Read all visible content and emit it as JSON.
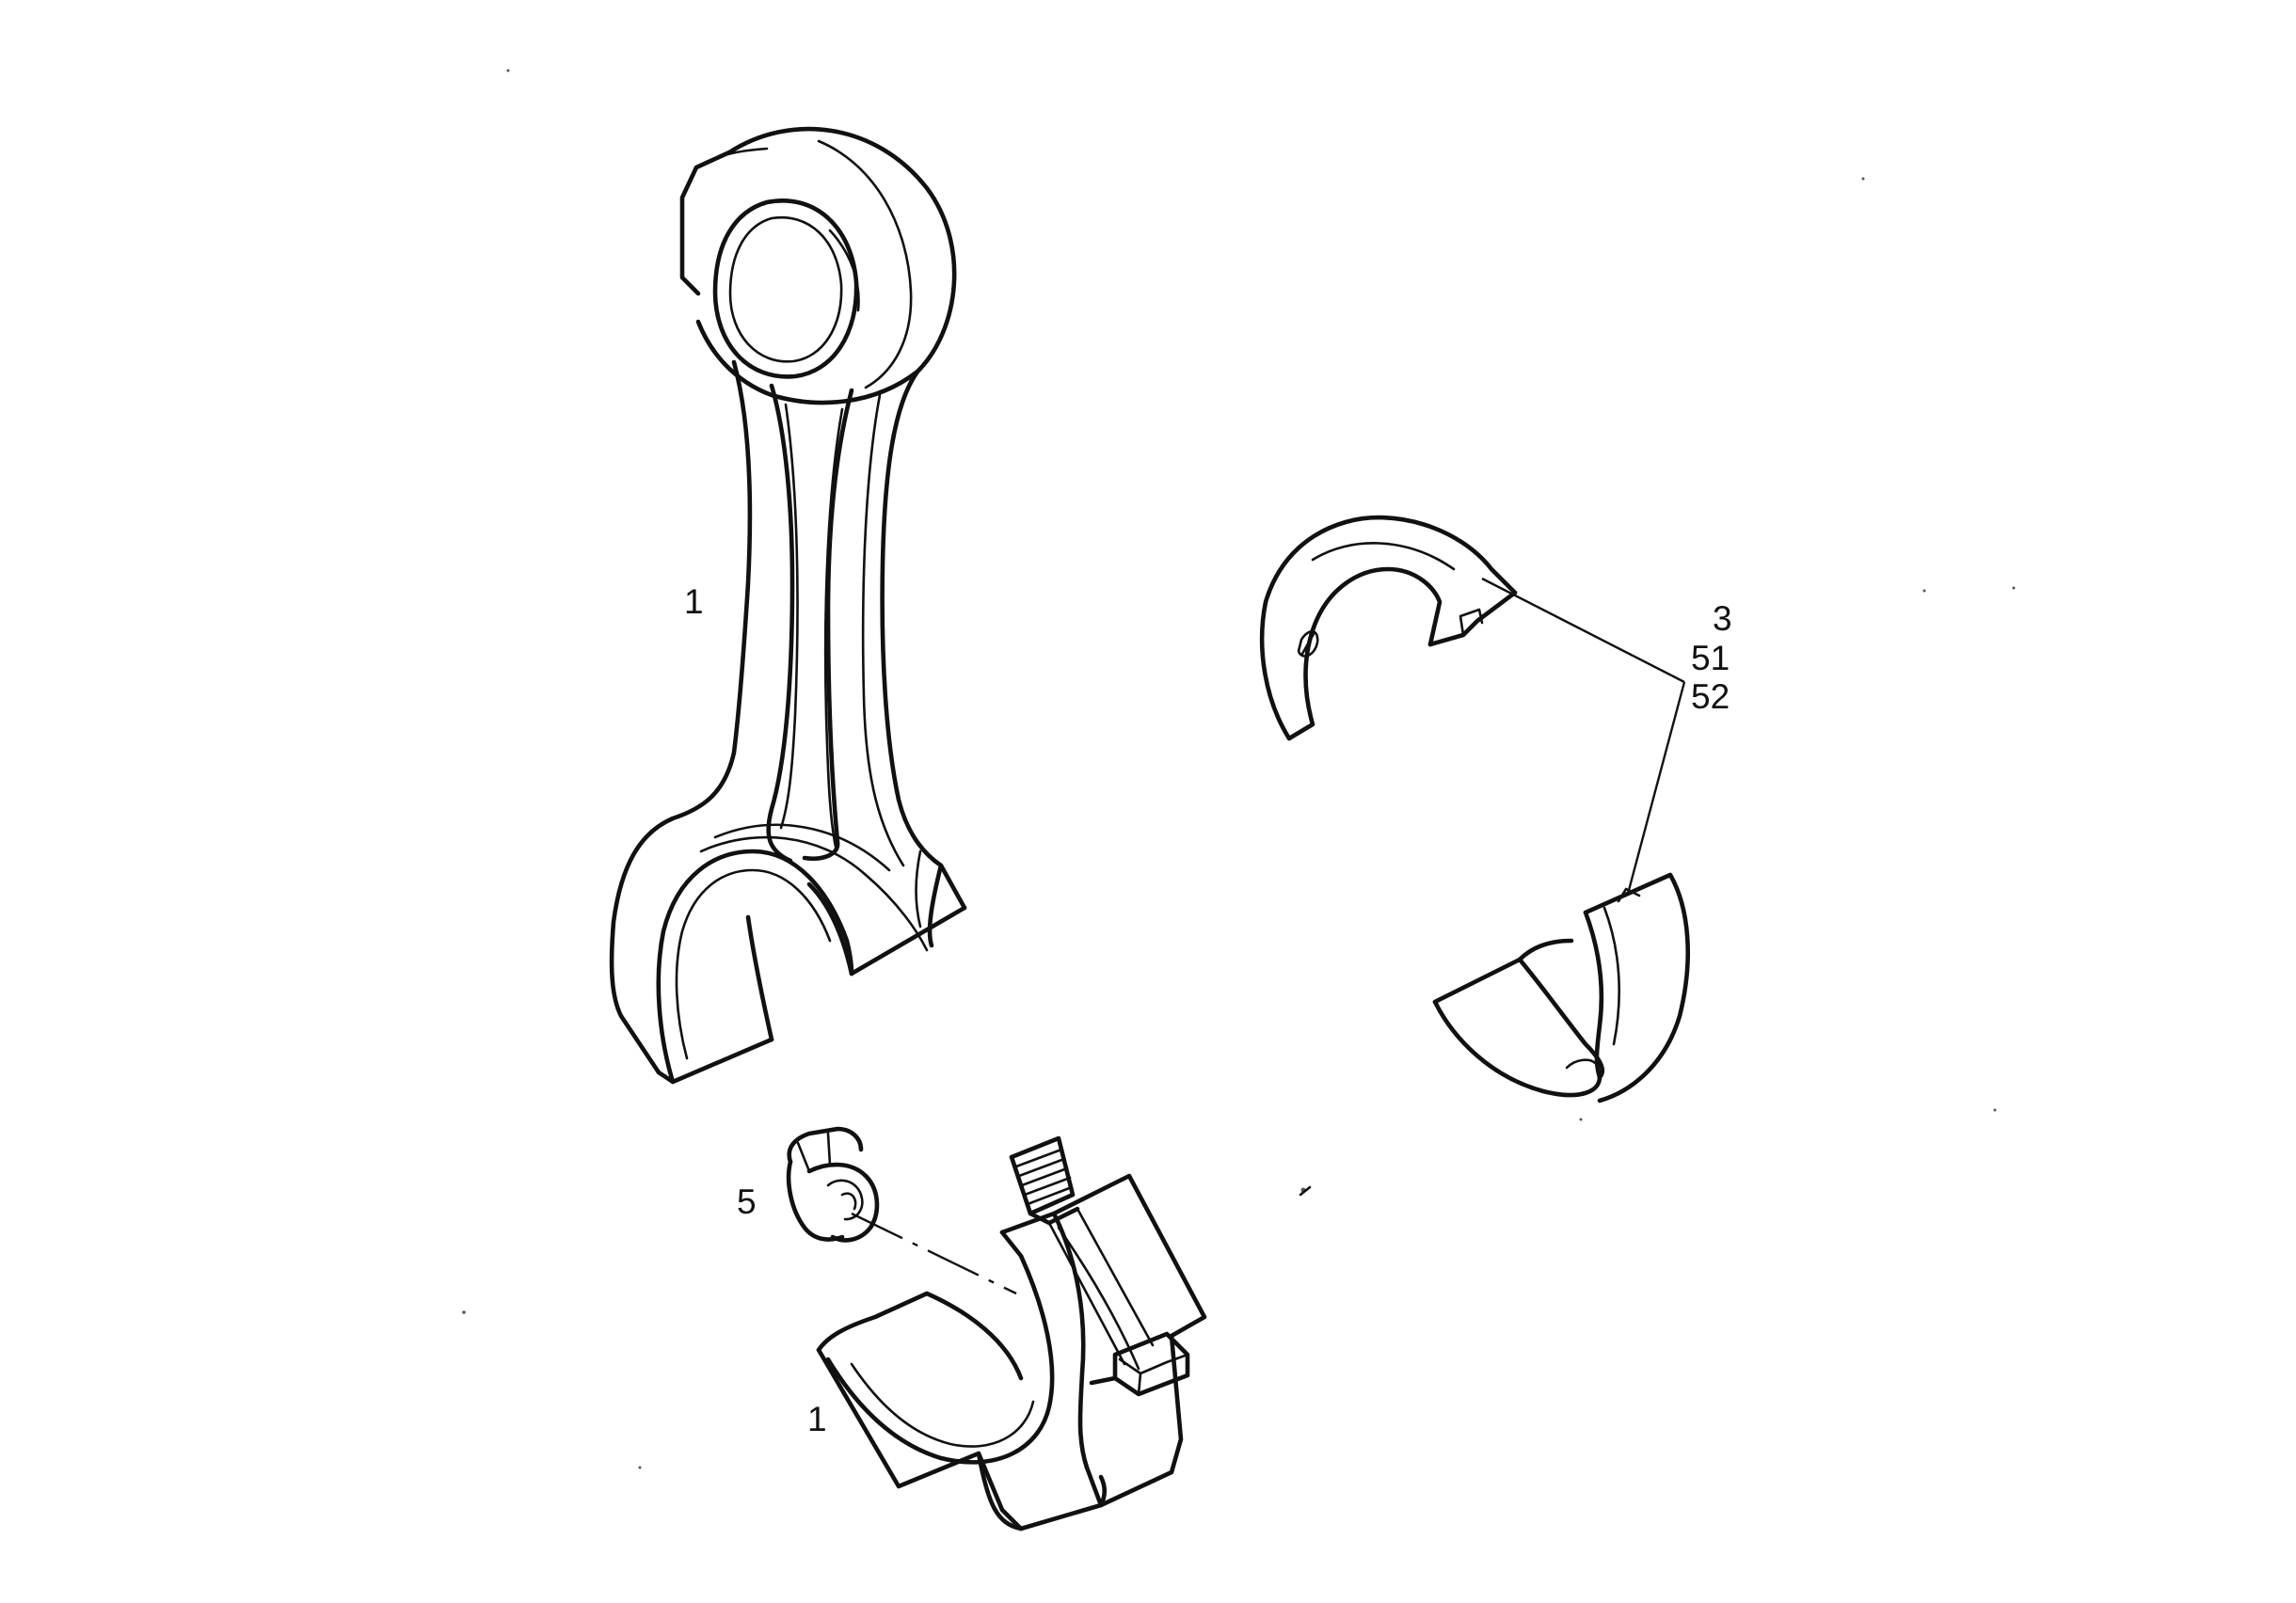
{
  "callouts": {
    "rod_upper": "1",
    "rod_cap": "1",
    "nut": "5",
    "bearing_a": "3",
    "bearing_b": "51",
    "bearing_c": "52"
  },
  "colors": {
    "ink": "#111111",
    "paper": "#ffffff"
  }
}
